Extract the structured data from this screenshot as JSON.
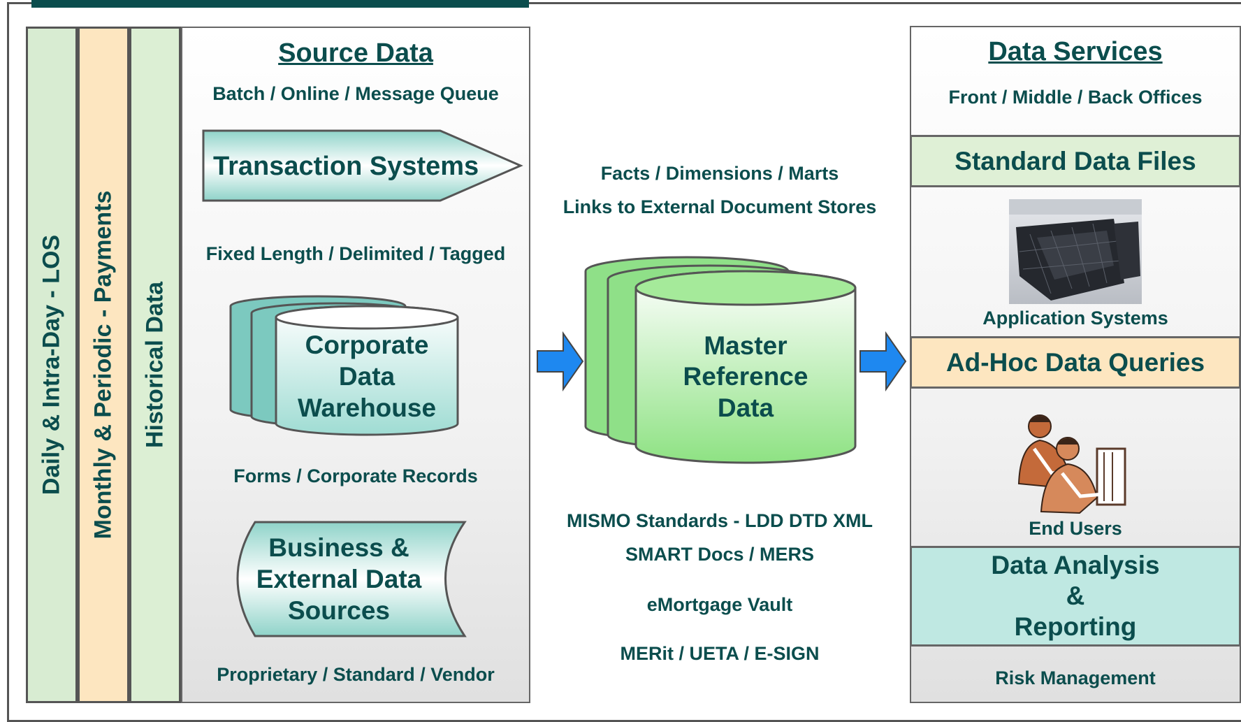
{
  "bands": [
    {
      "label": "Daily & Intra-Day - LOS",
      "color": "#d8ecd2"
    },
    {
      "label": "Monthly & Periodic - Payments",
      "color": "#fde6c0"
    },
    {
      "label": "Historical Data",
      "color": "#dcefd4"
    }
  ],
  "source": {
    "title": "Source Data",
    "subtitle": "Batch / Online / Message Queue",
    "transaction_systems": "Transaction Systems",
    "formats": "Fixed Length / Delimited / Tagged",
    "warehouse": [
      "Corporate",
      "Data",
      "Warehouse"
    ],
    "forms": "Forms / Corporate Records",
    "external": [
      "Business &",
      "External Data",
      "Sources"
    ],
    "vendors": "Proprietary / Standard / Vendor"
  },
  "middle": {
    "facts": "Facts / Dimensions / Marts",
    "links": "Links to External Document Stores",
    "master": [
      "Master",
      "Reference",
      "Data"
    ],
    "mismo": "MISMO Standards - LDD DTD XML",
    "smart": "SMART Docs / MERS",
    "vault": "eMortgage Vault",
    "merit": "MERit / UETA / E-SIGN"
  },
  "services": {
    "title": "Data Services",
    "subtitle": "Front / Middle / Back Offices",
    "standard_files": "Standard Data Files",
    "app_systems": "Application Systems",
    "adhoc": "Ad-Hoc Data Queries",
    "end_users": "End Users",
    "analysis": [
      "Data Analysis",
      "&",
      "Reporting"
    ],
    "risk": "Risk Management"
  },
  "colors": {
    "text": "#0b4d4d",
    "teal_fill": "#bfe8e2",
    "green_fill": "#a5ea9a",
    "arrow": "#1e88f0",
    "header_bar": "#0b4d4d"
  }
}
